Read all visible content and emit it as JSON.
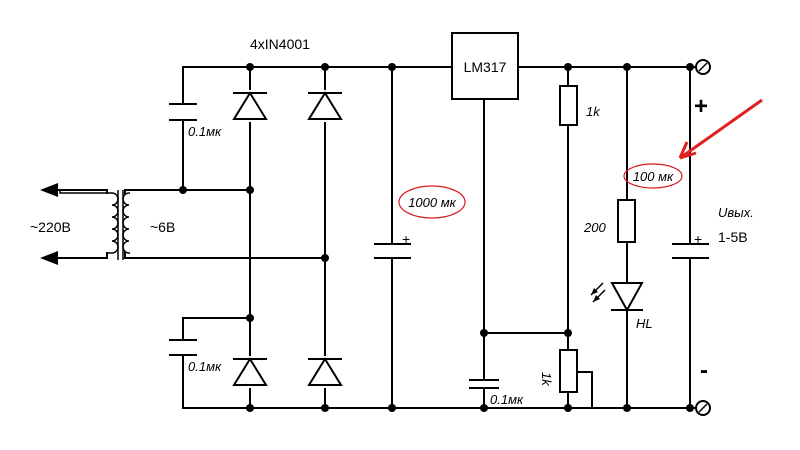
{
  "diagram": {
    "rectifier_label": "4xIN4001",
    "regulator_label": "LM317",
    "cap_top_label": "0.1мк",
    "cap_bottom_label": "0.1мк",
    "cap_main_label": "1000 мк",
    "cap_adj_label": "0.1мк",
    "cap_out_label": "100 мк",
    "input_label": "~220В",
    "secondary_label": "~6В",
    "r_top_label": "1k",
    "r_led_label": "200",
    "r_pot_label": "1k",
    "led_label": "HL",
    "out_label": "Uвых.",
    "out_range": "1-5В",
    "plus_sign": "+",
    "minus_sign": "-",
    "cap_polarity": "+",
    "accent_color": "#e02020"
  }
}
